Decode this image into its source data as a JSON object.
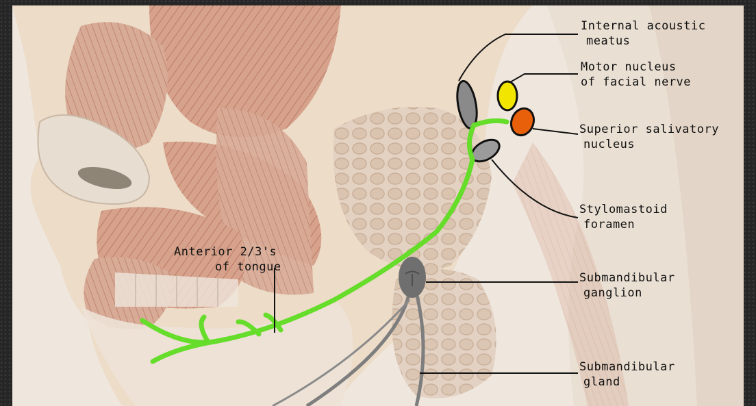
{
  "labels": {
    "internal_acoustic_line1": "Internal acoustic",
    "internal_acoustic_line2": "meatus",
    "motor_nucleus_line1": "Motor nucleus",
    "motor_nucleus_line2": "of facial nerve",
    "superior_salivatory_line1": "Superior salivatory",
    "superior_salivatory_line2": "nucleus",
    "stylomastoid_line1": "Stylomastoid",
    "stylomastoid_line2": "foramen",
    "submandibular_ganglion_line1": "Submandibular",
    "submandibular_ganglion_line2": "ganglion",
    "submandibular_gland_line1": "Submandibular",
    "submandibular_gland_line2": "gland",
    "tongue_line1": "Anterior 2/3's",
    "tongue_line2": "of tongue"
  },
  "colors": {
    "nerve": "#66dd2a",
    "motor_nucleus": "#f2e600",
    "salivatory_nucleus": "#e8600a",
    "meatus": "#8a8a8a",
    "ganglion": "#6f6f6f",
    "muscle": "#d9a690",
    "skin": "#ece2d6",
    "gland": "#dcc6b4"
  }
}
